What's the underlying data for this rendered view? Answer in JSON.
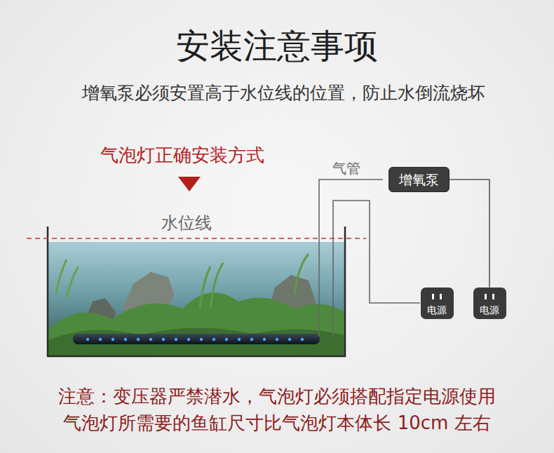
{
  "diagram": {
    "title": "安装注意事项",
    "nodes": [
      {
        "text": [
          "增氧泵"
        ]
      },
      {
        "text": [
          "电源"
        ]
      },
      {
        "text": [
          "电源"
        ]
      }
    ],
    "edges": [
      {
        "from": 0,
        "to": 2,
        "arrow": "none"
      }
    ],
    "labels": [
      "增氧泵必须安置高于水位线的位置，防止水倒流烧坏",
      "气泡灯正确安装方式",
      "气管",
      "水位线",
      "注意：变压器严禁潜水，气泡灯必须搭配指定电源使用",
      "气泡灯所需要的鱼缸尺寸比气泡灯本体长 10cm 左右"
    ]
  }
}
